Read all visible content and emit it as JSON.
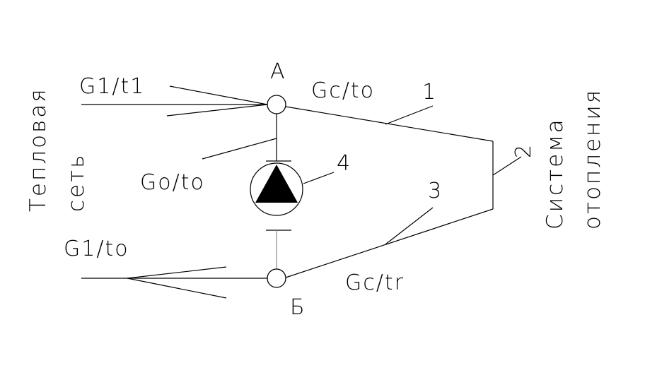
{
  "labels": {
    "node_a": "A",
    "node_b": "Б",
    "supply_in": "G1/t1",
    "return_out": "G1/to",
    "supply_to_system": "Gc/to",
    "return_from_system": "Gc/tr",
    "bypass": "Go/to",
    "num_1": "1",
    "num_2": "2",
    "num_3": "3",
    "num_4": "4"
  },
  "side_left": {
    "line1": "Тепловая",
    "line2": "сеть"
  },
  "side_right": {
    "line1": "Система",
    "line2": "отопления"
  }
}
